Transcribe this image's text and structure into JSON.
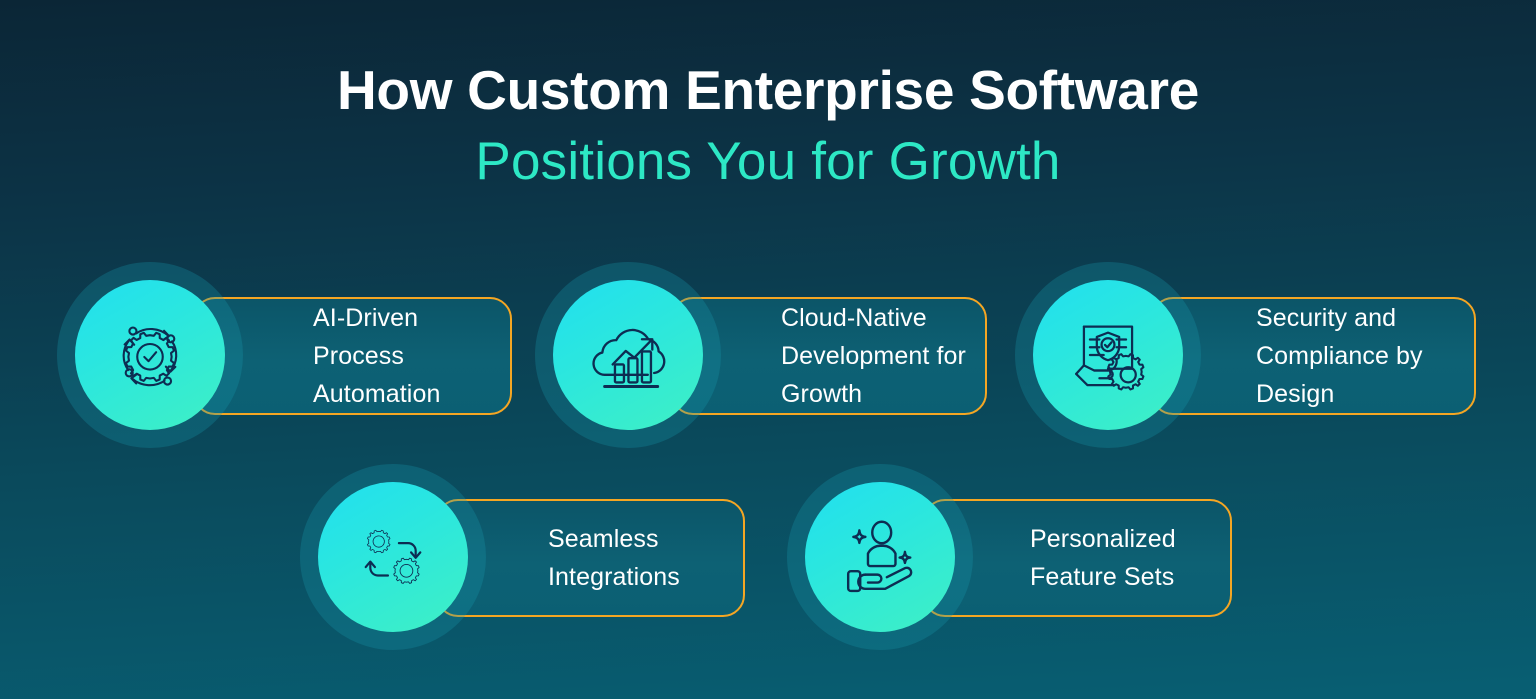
{
  "title": {
    "line1": "How Custom Enterprise Software",
    "line2": "Positions You for Growth"
  },
  "colors": {
    "background_top": "#0b2636",
    "background_bottom": "#085f73",
    "title_primary": "#ffffff",
    "title_accent": "#2de8c5",
    "card_border": "#f5a623",
    "card_fill": "#0d6174",
    "circle_gradient_start": "#21dff0",
    "circle_gradient_end": "#3ff0c4",
    "circle_glow": "#14697d",
    "icon_stroke": "#0d2d52",
    "card_label": "#ffffff"
  },
  "cards": [
    {
      "id": "ai-driven-process-automation",
      "label": "AI-Driven Process\nAutomation",
      "icon": "gear-check-cycle-icon",
      "row": 1
    },
    {
      "id": "cloud-native-development-for-growth",
      "label": "Cloud-Native\nDevelopment for\nGrowth",
      "icon": "cloud-bar-chart-growth-icon",
      "row": 1
    },
    {
      "id": "security-and-compliance-by-design",
      "label": "Security and\nCompliance by\nDesign",
      "icon": "shield-document-hand-gear-icon",
      "row": 1
    },
    {
      "id": "seamless-integrations",
      "label": "Seamless\nIntegrations",
      "icon": "two-gears-sync-icon",
      "row": 2
    },
    {
      "id": "personalized-feature-sets",
      "label": "Personalized\nFeature Sets",
      "icon": "hand-person-sparkle-icon",
      "row": 2
    }
  ]
}
